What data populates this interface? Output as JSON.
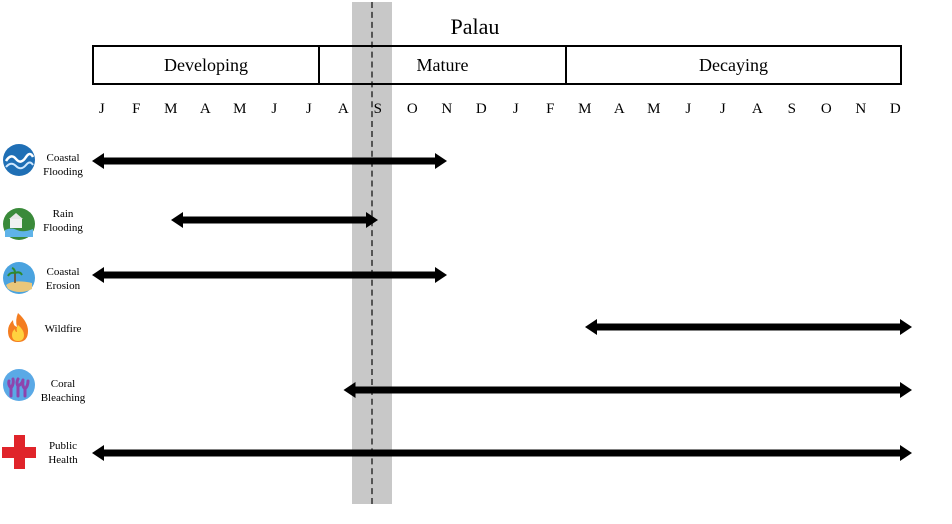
{
  "title": "Palau",
  "phases": [
    "Developing",
    "Mature",
    "Decaying"
  ],
  "months": [
    "J",
    "F",
    "M",
    "A",
    "M",
    "J",
    "J",
    "A",
    "S",
    "O",
    "N",
    "D",
    "J",
    "F",
    "M",
    "A",
    "M",
    "J",
    "J",
    "A",
    "S",
    "O",
    "N",
    "D"
  ],
  "highlight_month": "S",
  "hazards": [
    {
      "label_line1": "Coastal",
      "label_line2": "Flooding",
      "icon": "coastal-flooding-icon",
      "start_month_index": 0,
      "end_month_index": 10
    },
    {
      "label_line1": "Rain",
      "label_line2": "Flooding",
      "icon": "rain-flooding-icon",
      "start_month_index": 2,
      "end_month_index": 8
    },
    {
      "label_line1": "Coastal",
      "label_line2": "Erosion",
      "icon": "coastal-erosion-icon",
      "start_month_index": 0,
      "end_month_index": 10
    },
    {
      "label_line1": "Wildfire",
      "label_line2": "",
      "icon": "wildfire-icon",
      "start_month_index": 14,
      "end_month_index": 23
    },
    {
      "label_line1": "Coral",
      "label_line2": "Bleaching",
      "icon": "coral-bleaching-icon",
      "start_month_index": 7,
      "end_month_index": 23
    },
    {
      "label_line1": "Public",
      "label_line2": "Health",
      "icon": "red-cross-icon",
      "start_month_index": 0,
      "end_month_index": 23
    }
  ],
  "colors": {
    "highlight": "#c8c8c8",
    "arrow": "#000000",
    "cross": "#e0242a"
  }
}
